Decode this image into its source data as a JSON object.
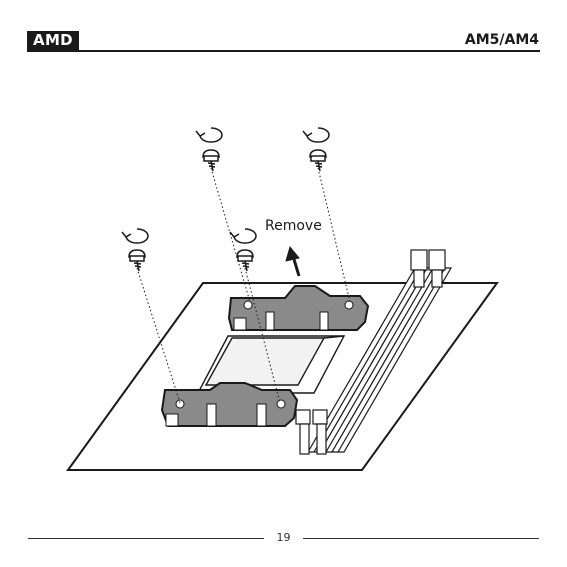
{
  "header": {
    "brand_logo_text": "AMD",
    "socket_label": "AM5/AM4"
  },
  "illustration": {
    "callout_label": "Remove",
    "icons": [
      "counterclockwise-arrow-icon",
      "screw-icon",
      "remove-arrow-icon"
    ],
    "colors": {
      "line": "#1a1a1a",
      "bracket_fill": "#8a8a8a",
      "board_fill": "#ffffff"
    }
  },
  "footer": {
    "page_number": "19"
  }
}
